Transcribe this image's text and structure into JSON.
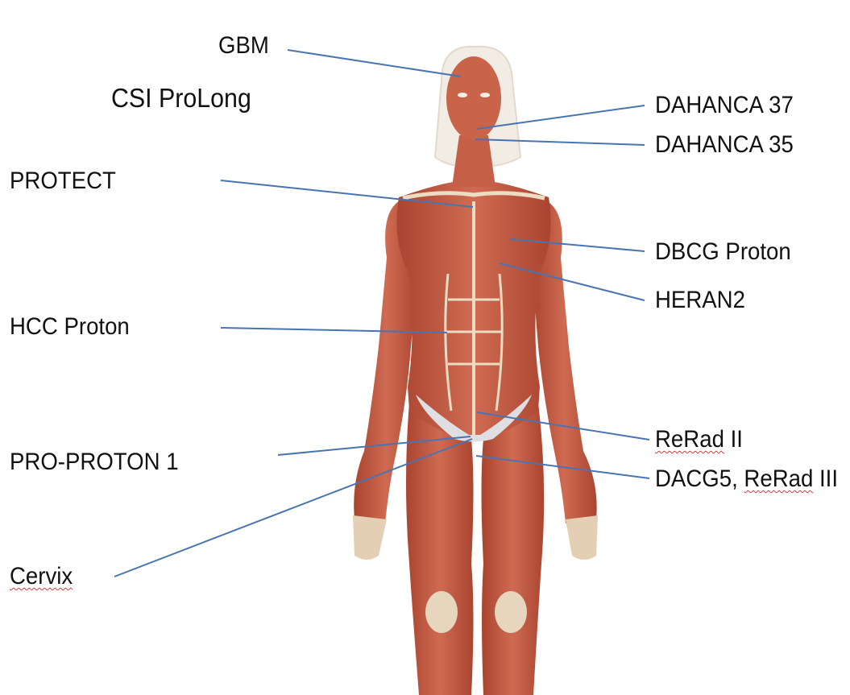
{
  "colors": {
    "leader_line": "#4a74b0",
    "muscle": "#c1573e",
    "tendon": "#ede2cf",
    "text": "#111111",
    "spellcheck_underline": "#d23b3b"
  },
  "figure": {
    "subject": "female anatomical muscle figure",
    "icon": "anatomy-figure"
  },
  "labels": {
    "gbm": "GBM",
    "csi_prolong": "CSI  ProLong",
    "protect": "PROTECT",
    "hcc_proton": "HCC Proton",
    "pro_proton_1": "PRO-PROTON 1",
    "cervix": "Cervix",
    "dahanca_37": "DAHANCA 37",
    "dahanca_35": "DAHANCA 35",
    "dbcg_proton": "DBCG Proton",
    "heran2": "HERAN2",
    "rerad_ii_prefix": "ReRad",
    "rerad_ii_suffix": " II",
    "dacg5_prefix": "DACG5, ",
    "dacg5_rerad": "ReRad",
    "dacg5_suffix": " III"
  }
}
